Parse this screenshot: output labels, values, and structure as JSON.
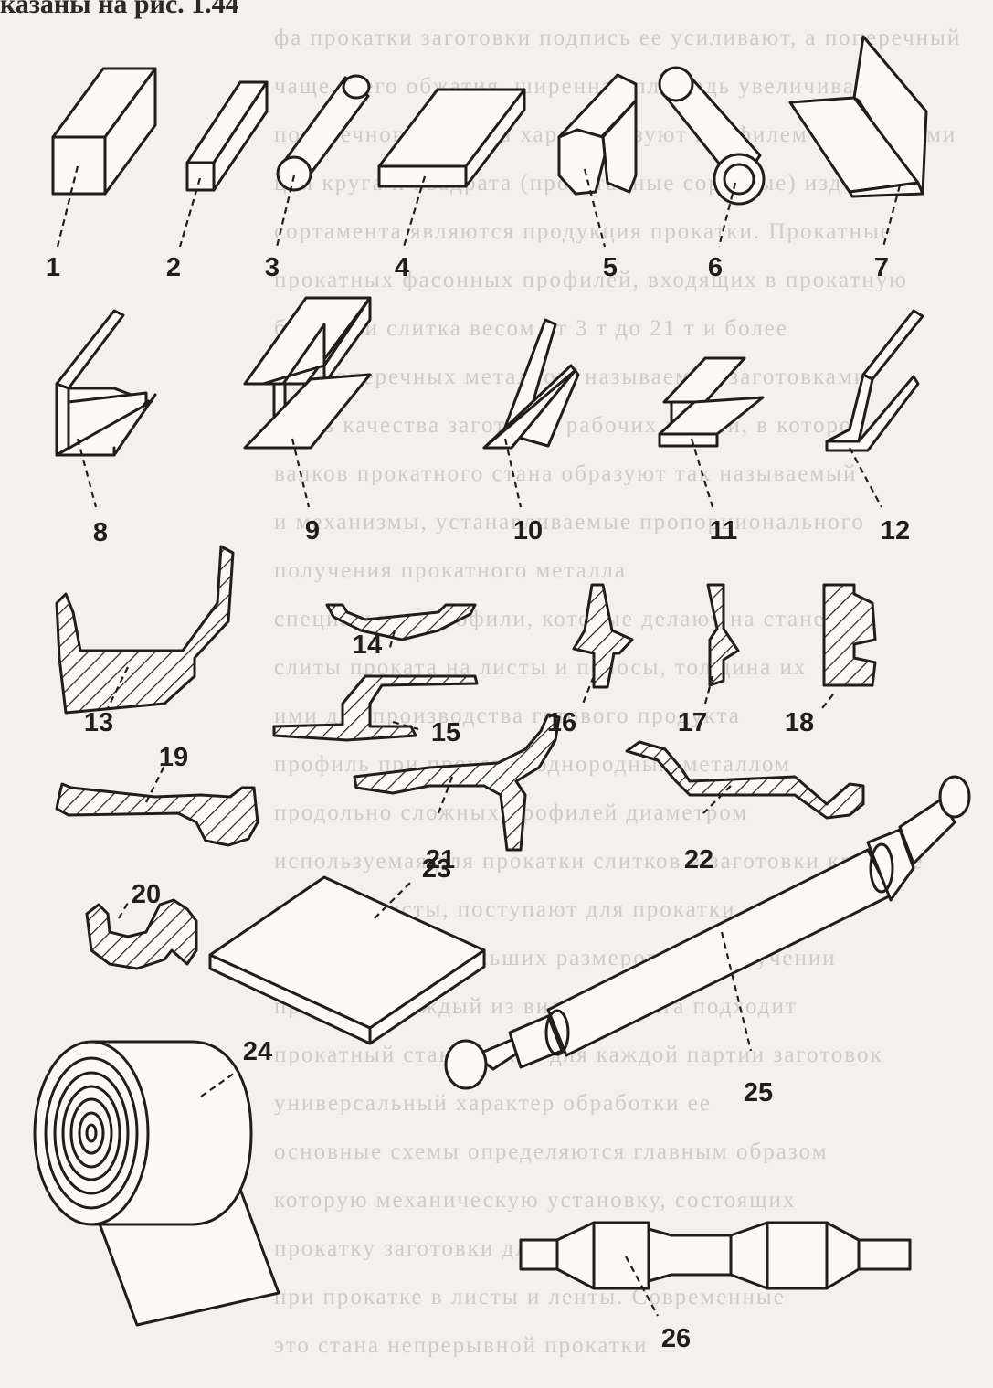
{
  "heading": "казаны на рис. 1.44",
  "background_text_lines": [
    "фа прокатки заготовки подпись ее усиливают, а поперечный",
    "чаще всего обжатия, ширенная площадь увеличивается",
    "поперечного проката характеризуют профилем и размерами",
    "ция круга и квадрата (прокатанные сортовые) изделия",
    "сортамента являются продукция прокатки. Прокатные",
    "прокатных фасонных профилей, входящих в прокатную",
    "болванки слитка весом от 3 т до 21 т и более",
    "ние поперечных металлов, называемых заготовками",
    "часть качества заготовки рабочих клетей, в которой",
    "валков прокатного стана образуют так называемый",
    "и механизмы, устанавливаемые пропорционального",
    "получения прокатного металла",
    "специальные профили, которые делают на стане",
    "слиты проката на листы и полосы, толщина их",
    "ими для производства готового продукта",
    "профиль при прокатке однородным металлом",
    "продольно сложных профилей диаметром",
    "используемая для прокатки слитков в заготовки крупные",
    "и форме листы, поступают для прокатки",
    "их в заготовки меньших размеров при получении",
    "прокатки. Каждый из видов проката подходит",
    "прокатный стан служит для каждой партии заготовок",
    "универсальный характер обработки ее",
    "основные схемы определяются главным образом",
    "которую механическую установку, состоящих",
    "прокатку заготовки для получения заготовки",
    "при прокатке в листы и ленты. Современные",
    "это стана непрерывной прокатки"
  ],
  "labels": {
    "l1": "1",
    "l2": "2",
    "l3": "3",
    "l4": "4",
    "l5": "5",
    "l6": "6",
    "l7": "7",
    "l8": "8",
    "l9": "9",
    "l10": "10",
    "l11": "11",
    "l12": "12",
    "l13": "13",
    "l14": "14",
    "l15": "15",
    "l16": "16",
    "l17": "17",
    "l18": "18",
    "l19": "19",
    "l20": "20",
    "l21": "21",
    "l22": "22",
    "l23": "23",
    "l24": "24",
    "l25": "25",
    "l26": "26"
  }
}
